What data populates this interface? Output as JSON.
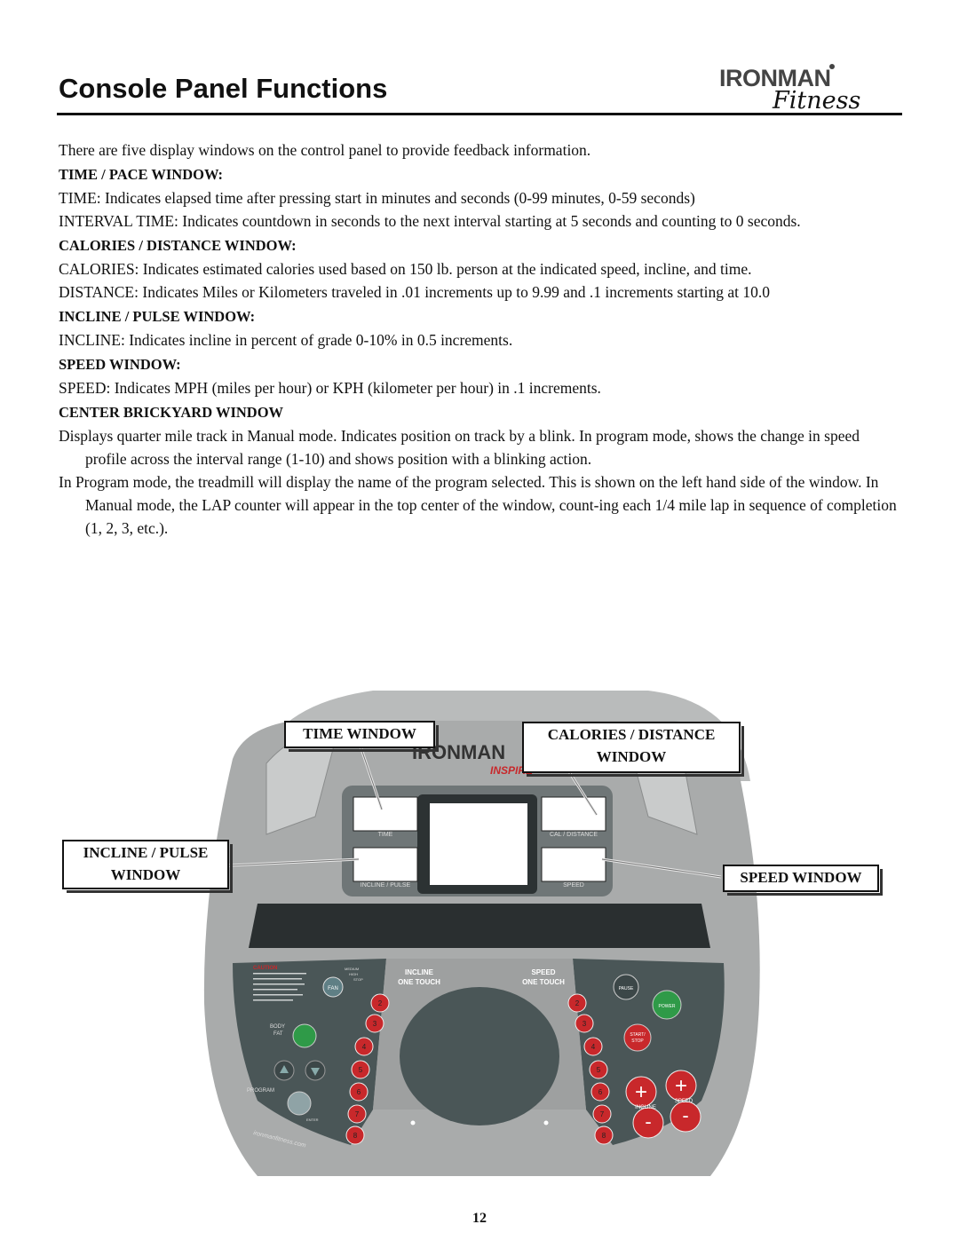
{
  "header": {
    "title": "Console Panel Functions",
    "logo_text": "IRONMAN",
    "logo_script": "Fitness"
  },
  "intro": "There are five display windows on the control panel to provide feedback information.",
  "sections": {
    "time_pace": {
      "heading": "TIME / PACE WINDOW:",
      "lines": [
        "TIME:  Indicates elapsed time after pressing start in minutes and seconds (0-99 minutes, 0-59 seconds)",
        "INTERVAL TIME: Indicates countdown in seconds to the next interval starting at 5 seconds and counting to 0 seconds."
      ]
    },
    "calories_distance": {
      "heading": "CALORIES / DISTANCE WINDOW:",
      "lines": [
        "CALORIES: Indicates estimated calories used based on 150 lb. person at the indicated speed, incline, and time.",
        "DISTANCE: Indicates Miles or Kilometers traveled in .01 increments up to 9.99 and .1 increments starting at 10.0"
      ]
    },
    "incline_pulse": {
      "heading": "INCLINE / PULSE WINDOW:",
      "lines": [
        "INCLINE: Indicates incline in percent of grade 0-10% in 0.5 increments."
      ]
    },
    "speed": {
      "heading": "SPEED WINDOW:",
      "lines": [
        "SPEED: Indicates MPH (miles per hour) or KPH (kilometer per hour) in .1 increments."
      ]
    },
    "brickyard": {
      "heading": "CENTER BRICKYARD WINDOW",
      "lines": [
        "Displays quarter mile track in Manual mode. Indicates position on track by a blink. In program mode, shows the change in speed profile across the interval range (1-10) and shows position with a blinking action.",
        "In Program mode, the treadmill will display the name of the program selected. This is shown on the left hand side of the window. In Manual mode, the LAP counter will appear in the top center of the window, count-ing each 1/4 mile lap in sequence of completion (1, 2, 3, etc.)."
      ]
    }
  },
  "callouts": {
    "time_window": "TIME WINDOW",
    "cal_dist_line1": "CALORIES / DISTANCE",
    "cal_dist_line2": "WINDOW",
    "incline_line1": "INCLINE / PULSE",
    "incline_line2": "WINDOW",
    "speed_window": "SPEED WINDOW"
  },
  "console": {
    "brand": "IRONMAN",
    "model": "INSPIRE",
    "window_labels": {
      "time": "TIME",
      "cal_distance": "CAL / DISTANCE",
      "incline_pulse": "INCLINE / PULSE",
      "speed": "SPEED"
    },
    "incline_one_touch": "INCLINE",
    "speed_one_touch": "SPEED",
    "one_touch": "ONE TOUCH",
    "fan": "FAN",
    "fan_levels": [
      "MEDIUM",
      "HIGH",
      "STOP"
    ],
    "caution": "CAUTION",
    "body_fat_1": "BODY",
    "body_fat_2": "FAT",
    "program": "PROGRAM",
    "enter": "ENTER",
    "website": "ironmanfitness.com",
    "pause": "PAUSE",
    "power": "POWER",
    "start_1": "START/",
    "start_2": "STOP",
    "incline_ctrl": "INCLINE",
    "speed_ctrl": "SPEED",
    "quick_keys": [
      "2",
      "3",
      "4",
      "5",
      "6",
      "7",
      "8"
    ],
    "colors": {
      "key_red": "#c8282b",
      "power_green": "#2f9a48",
      "panel_dark": "#4a5657",
      "body_gray": "#a9abab"
    }
  },
  "page_number": "12"
}
